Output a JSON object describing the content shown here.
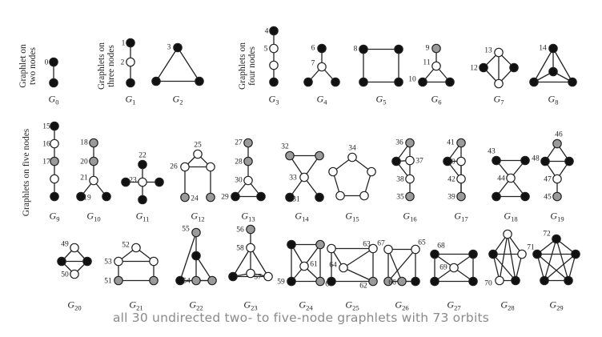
{
  "caption": "all 30 undirected two- to five-node graphlets with 73 orbits",
  "colors": {
    "black": "#111111",
    "white": "#ffffff",
    "gray": "#9a9a9a"
  },
  "row_labels": [
    [
      "Graphlet on",
      "two nodes"
    ],
    [
      "Graphlets on",
      "three nodes"
    ],
    [
      "Graphlets on",
      "four nodes"
    ],
    [
      "Graphlets on five nodes"
    ]
  ],
  "graphlets": [
    {
      "name": "G",
      "sub": "0",
      "nodes": [
        [
          "b",
          "0"
        ],
        [
          "b",
          ""
        ]
      ],
      "edges": [
        [
          0,
          1
        ]
      ]
    },
    {
      "name": "G",
      "sub": "1",
      "nodes": [
        [
          "b",
          "1"
        ],
        [
          "w",
          "2"
        ],
        [
          "b",
          ""
        ]
      ],
      "edges": [
        [
          0,
          1
        ],
        [
          1,
          2
        ]
      ]
    },
    {
      "name": "G",
      "sub": "2",
      "nodes": [
        [
          "b",
          "3"
        ],
        [
          "b",
          ""
        ],
        [
          "b",
          ""
        ]
      ],
      "edges": [
        [
          0,
          1
        ],
        [
          1,
          2
        ],
        [
          2,
          0
        ]
      ]
    },
    {
      "name": "G",
      "sub": "3",
      "nodes": [
        [
          "b",
          "4"
        ],
        [
          "w",
          "5"
        ],
        [
          "w",
          ""
        ],
        [
          "b",
          ""
        ]
      ],
      "edges": [
        [
          0,
          1
        ],
        [
          1,
          2
        ],
        [
          2,
          3
        ]
      ]
    },
    {
      "name": "G",
      "sub": "4",
      "nodes": [
        [
          "b",
          "6"
        ],
        [
          "w",
          "7"
        ],
        [
          "b",
          ""
        ],
        [
          "b",
          ""
        ]
      ],
      "edges": [
        [
          0,
          1
        ],
        [
          1,
          2
        ],
        [
          1,
          3
        ]
      ]
    },
    {
      "name": "G",
      "sub": "5",
      "nodes": [
        [
          "b",
          "8"
        ],
        [
          "b",
          ""
        ],
        [
          "b",
          ""
        ],
        [
          "b",
          ""
        ]
      ],
      "edges": [
        [
          0,
          1
        ],
        [
          1,
          2
        ],
        [
          2,
          3
        ],
        [
          3,
          0
        ]
      ]
    },
    {
      "name": "G",
      "sub": "6",
      "nodes": [
        [
          "g",
          "9"
        ],
        [
          "w",
          "11"
        ],
        [
          "b",
          "10"
        ],
        [
          "b",
          ""
        ]
      ],
      "edges": [
        [
          0,
          1
        ],
        [
          1,
          2
        ],
        [
          1,
          3
        ],
        [
          2,
          3
        ]
      ]
    },
    {
      "name": "G",
      "sub": "7",
      "nodes": [
        [
          "w",
          "13"
        ],
        [
          "b",
          "12"
        ],
        [
          "b",
          ""
        ],
        [
          "w",
          ""
        ]
      ],
      "edges": [
        [
          0,
          1
        ],
        [
          1,
          3
        ],
        [
          3,
          2
        ],
        [
          2,
          0
        ],
        [
          0,
          3
        ]
      ]
    },
    {
      "name": "G",
      "sub": "8",
      "nodes": [
        [
          "b",
          "14"
        ],
        [
          "b",
          ""
        ],
        [
          "b",
          ""
        ],
        [
          "b",
          ""
        ]
      ],
      "edges": [
        [
          0,
          1
        ],
        [
          0,
          2
        ],
        [
          0,
          3
        ],
        [
          1,
          2
        ],
        [
          1,
          3
        ],
        [
          2,
          3
        ]
      ]
    },
    {
      "name": "G",
      "sub": "9",
      "nodes": [
        [
          "b",
          "15"
        ],
        [
          "w",
          "16"
        ],
        [
          "g",
          "17"
        ],
        [
          "w",
          ""
        ],
        [
          "b",
          ""
        ]
      ],
      "edges": [
        [
          0,
          1
        ],
        [
          1,
          2
        ],
        [
          2,
          3
        ],
        [
          3,
          4
        ]
      ]
    },
    {
      "name": "G",
      "sub": "10",
      "nodes": [
        [
          "g",
          "18"
        ],
        [
          "g",
          "20"
        ],
        [
          "w",
          "21"
        ],
        [
          "b",
          "19"
        ],
        [
          "b",
          ""
        ]
      ],
      "edges": [
        [
          0,
          1
        ],
        [
          1,
          2
        ],
        [
          2,
          3
        ],
        [
          2,
          4
        ]
      ]
    },
    {
      "name": "G",
      "sub": "11",
      "nodes": [
        [
          "b",
          "22"
        ],
        [
          "w",
          "23"
        ],
        [
          "b",
          ""
        ],
        [
          "b",
          ""
        ],
        [
          "b",
          ""
        ]
      ],
      "edges": [
        [
          0,
          1
        ],
        [
          1,
          2
        ],
        [
          1,
          3
        ],
        [
          1,
          4
        ]
      ]
    },
    {
      "name": "G",
      "sub": "12",
      "nodes": [
        [
          "w",
          "25"
        ],
        [
          "w",
          "26"
        ],
        [
          "w",
          ""
        ],
        [
          "g",
          "24"
        ],
        [
          "g",
          ""
        ]
      ],
      "edges": [
        [
          0,
          1
        ],
        [
          0,
          2
        ],
        [
          1,
          2
        ],
        [
          1,
          3
        ],
        [
          2,
          4
        ]
      ]
    },
    {
      "name": "G",
      "sub": "13",
      "nodes": [
        [
          "g",
          "27"
        ],
        [
          "g",
          "28"
        ],
        [
          "w",
          "30"
        ],
        [
          "b",
          "29"
        ],
        [
          "b",
          ""
        ]
      ],
      "edges": [
        [
          0,
          1
        ],
        [
          1,
          2
        ],
        [
          2,
          3
        ],
        [
          2,
          4
        ],
        [
          3,
          4
        ]
      ]
    },
    {
      "name": "G",
      "sub": "14",
      "nodes": [
        [
          "g",
          "32"
        ],
        [
          "g",
          ""
        ],
        [
          "w",
          "33"
        ],
        [
          "b",
          "31"
        ],
        [
          "b",
          ""
        ]
      ],
      "edges": [
        [
          0,
          1
        ],
        [
          0,
          2
        ],
        [
          1,
          2
        ],
        [
          2,
          3
        ],
        [
          2,
          4
        ]
      ]
    },
    {
      "name": "G",
      "sub": "15",
      "nodes": [
        [
          "w",
          "34"
        ],
        [
          "w",
          ""
        ],
        [
          "w",
          ""
        ],
        [
          "w",
          ""
        ],
        [
          "w",
          ""
        ]
      ],
      "edges": [
        [
          0,
          1
        ],
        [
          1,
          2
        ],
        [
          2,
          3
        ],
        [
          3,
          4
        ],
        [
          4,
          0
        ]
      ]
    },
    {
      "name": "G",
      "sub": "16",
      "nodes": [
        [
          "g",
          "36"
        ],
        [
          "w",
          "37"
        ],
        [
          "b",
          ""
        ],
        [
          "w",
          "38"
        ],
        [
          "g",
          "35"
        ]
      ],
      "edges": [
        [
          0,
          1
        ],
        [
          0,
          2
        ],
        [
          1,
          2
        ],
        [
          1,
          3
        ],
        [
          2,
          3
        ],
        [
          3,
          4
        ]
      ]
    },
    {
      "name": "G",
      "sub": "17",
      "nodes": [
        [
          "g",
          "41"
        ],
        [
          "w",
          "40"
        ],
        [
          "b",
          ""
        ],
        [
          "w",
          "42"
        ],
        [
          "g",
          "39"
        ]
      ],
      "edges": [
        [
          0,
          1
        ],
        [
          0,
          2
        ],
        [
          1,
          2
        ],
        [
          1,
          3
        ],
        [
          2,
          3
        ],
        [
          3,
          4
        ],
        [
          1,
          4
        ]
      ]
    },
    {
      "name": "G",
      "sub": "18",
      "nodes": [
        [
          "b",
          "43"
        ],
        [
          "b",
          ""
        ],
        [
          "w",
          "44"
        ],
        [
          "b",
          ""
        ],
        [
          "b",
          ""
        ]
      ],
      "edges": [
        [
          0,
          1
        ],
        [
          0,
          2
        ],
        [
          1,
          2
        ],
        [
          2,
          3
        ],
        [
          2,
          4
        ],
        [
          3,
          4
        ]
      ]
    },
    {
      "name": "G",
      "sub": "19",
      "nodes": [
        [
          "g",
          "46"
        ],
        [
          "b",
          "48"
        ],
        [
          "b",
          ""
        ],
        [
          "w",
          "47"
        ],
        [
          "g",
          "45"
        ]
      ],
      "edges": [
        [
          0,
          1
        ],
        [
          0,
          2
        ],
        [
          1,
          2
        ],
        [
          1,
          3
        ],
        [
          2,
          3
        ],
        [
          3,
          4
        ]
      ]
    },
    {
      "name": "G",
      "sub": "20",
      "nodes": [
        [
          "w",
          "49"
        ],
        [
          "b",
          ""
        ],
        [
          "b",
          ""
        ],
        [
          "w",
          "50"
        ]
      ],
      "edges": [
        [
          0,
          1
        ],
        [
          0,
          2
        ],
        [
          1,
          3
        ],
        [
          2,
          3
        ],
        [
          1,
          2
        ]
      ]
    },
    {
      "name": "G",
      "sub": "21",
      "nodes": [
        [
          "w",
          "52"
        ],
        [
          "w",
          "53"
        ],
        [
          "w",
          ""
        ],
        [
          "g",
          "51"
        ],
        [
          "g",
          ""
        ]
      ],
      "edges": [
        [
          0,
          1
        ],
        [
          0,
          2
        ],
        [
          1,
          2
        ],
        [
          1,
          3
        ],
        [
          2,
          4
        ],
        [
          3,
          4
        ]
      ]
    },
    {
      "name": "G",
      "sub": "22",
      "nodes": [
        [
          "g",
          "55"
        ],
        [
          "b",
          ""
        ],
        [
          "b",
          ""
        ],
        [
          "g",
          ""
        ],
        [
          "g",
          "54"
        ]
      ],
      "edges": [
        [
          0,
          1
        ],
        [
          0,
          2
        ],
        [
          1,
          3
        ],
        [
          2,
          3
        ],
        [
          3,
          4
        ],
        [
          1,
          4
        ],
        [
          2,
          4
        ]
      ]
    },
    {
      "name": "G",
      "sub": "23",
      "nodes": [
        [
          "g",
          "56"
        ],
        [
          "w",
          "58"
        ],
        [
          "b",
          ""
        ],
        [
          "w",
          "57"
        ],
        [
          "w",
          ""
        ]
      ],
      "edges": [
        [
          0,
          1
        ],
        [
          1,
          2
        ],
        [
          1,
          3
        ],
        [
          1,
          4
        ],
        [
          2,
          3
        ],
        [
          2,
          4
        ],
        [
          3,
          4
        ]
      ]
    },
    {
      "name": "G",
      "sub": "24",
      "nodes": [
        [
          "b",
          ""
        ],
        [
          "g",
          ""
        ],
        [
          "w",
          "61"
        ],
        [
          "b",
          "59"
        ],
        [
          "g",
          "60"
        ]
      ],
      "edges": [
        [
          0,
          1
        ],
        [
          0,
          2
        ],
        [
          0,
          3
        ],
        [
          1,
          2
        ],
        [
          1,
          4
        ],
        [
          2,
          3
        ],
        [
          2,
          4
        ],
        [
          3,
          4
        ]
      ]
    },
    {
      "name": "G",
      "sub": "25",
      "nodes": [
        [
          "w",
          ""
        ],
        [
          "w",
          "63"
        ],
        [
          "w",
          "64"
        ],
        [
          "b",
          ""
        ],
        [
          "g",
          "62"
        ]
      ],
      "edges": [
        [
          0,
          1
        ],
        [
          1,
          4
        ],
        [
          4,
          3
        ],
        [
          3,
          0
        ],
        [
          0,
          2
        ],
        [
          1,
          2
        ],
        [
          2,
          4
        ]
      ]
    },
    {
      "name": "G",
      "sub": "26",
      "nodes": [
        [
          "w",
          "67"
        ],
        [
          "w",
          "65"
        ],
        [
          "g",
          ""
        ],
        [
          "g",
          "66"
        ],
        [
          "b",
          ""
        ]
      ],
      "edges": [
        [
          0,
          1
        ],
        [
          0,
          2
        ],
        [
          0,
          3
        ],
        [
          1,
          2
        ],
        [
          1,
          4
        ],
        [
          2,
          3
        ],
        [
          3,
          4
        ],
        [
          2,
          4
        ]
      ]
    },
    {
      "name": "G",
      "sub": "27",
      "nodes": [
        [
          "b",
          "68"
        ],
        [
          "b",
          ""
        ],
        [
          "w",
          "69"
        ],
        [
          "b",
          ""
        ],
        [
          "b",
          ""
        ]
      ],
      "edges": [
        [
          0,
          1
        ],
        [
          1,
          4
        ],
        [
          4,
          3
        ],
        [
          3,
          0
        ],
        [
          0,
          2
        ],
        [
          1,
          2
        ],
        [
          2,
          3
        ],
        [
          2,
          4
        ]
      ]
    },
    {
      "name": "G",
      "sub": "28",
      "nodes": [
        [
          "w",
          ""
        ],
        [
          "b",
          ""
        ],
        [
          "w",
          "71"
        ],
        [
          "w",
          "70"
        ],
        [
          "b",
          ""
        ]
      ],
      "edges": [
        [
          0,
          1
        ],
        [
          0,
          2
        ],
        [
          0,
          3
        ],
        [
          0,
          4
        ],
        [
          1,
          2
        ],
        [
          1,
          3
        ],
        [
          2,
          4
        ],
        [
          3,
          4
        ],
        [
          1,
          4
        ]
      ]
    },
    {
      "name": "G",
      "sub": "29",
      "nodes": [
        [
          "b",
          "72"
        ],
        [
          "b",
          ""
        ],
        [
          "b",
          ""
        ],
        [
          "b",
          ""
        ],
        [
          "b",
          ""
        ]
      ],
      "edges": [
        [
          0,
          1
        ],
        [
          0,
          2
        ],
        [
          0,
          3
        ],
        [
          0,
          4
        ],
        [
          1,
          2
        ],
        [
          1,
          3
        ],
        [
          1,
          4
        ],
        [
          2,
          3
        ],
        [
          2,
          4
        ],
        [
          3,
          4
        ]
      ]
    }
  ]
}
